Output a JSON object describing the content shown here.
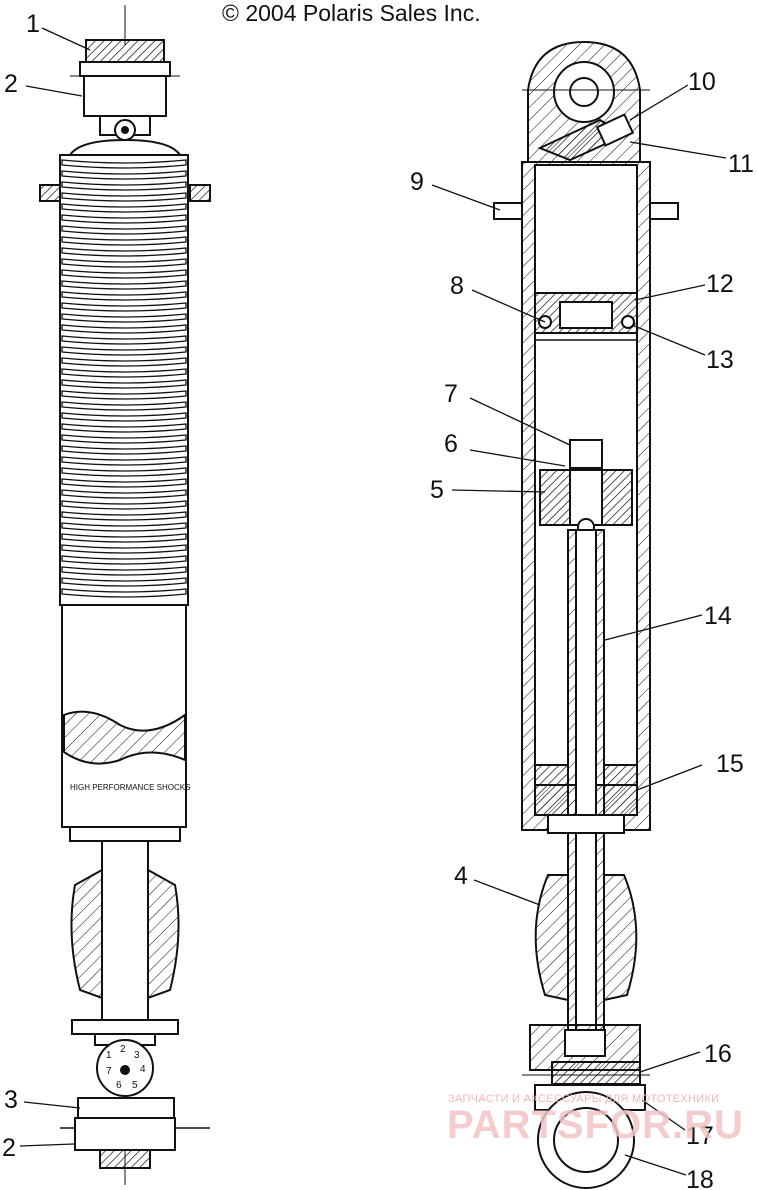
{
  "header": {
    "copyright": "© 2004 Polaris Sales Inc."
  },
  "left_view": {
    "body_text": "HIGH PERFORMANCE SHOCKS"
  },
  "callouts": {
    "c1": "1",
    "c2a": "2",
    "c2b": "2",
    "c3": "3",
    "c4": "4",
    "c5": "5",
    "c6": "6",
    "c7": "7",
    "c8": "8",
    "c9": "9",
    "c10": "10",
    "c11": "11",
    "c12": "12",
    "c13": "13",
    "c14": "14",
    "c15": "15",
    "c16": "16",
    "c17": "17",
    "c18": "18"
  },
  "watermark": {
    "small": "ЗАПЧАСТИ И АКСЕССУАРЫ ДЛЯ МОТОТЕХНИКИ",
    "big": "PARTSFOR.RU"
  },
  "colors": {
    "ink": "#111111",
    "watermark": "#e89a9a"
  }
}
